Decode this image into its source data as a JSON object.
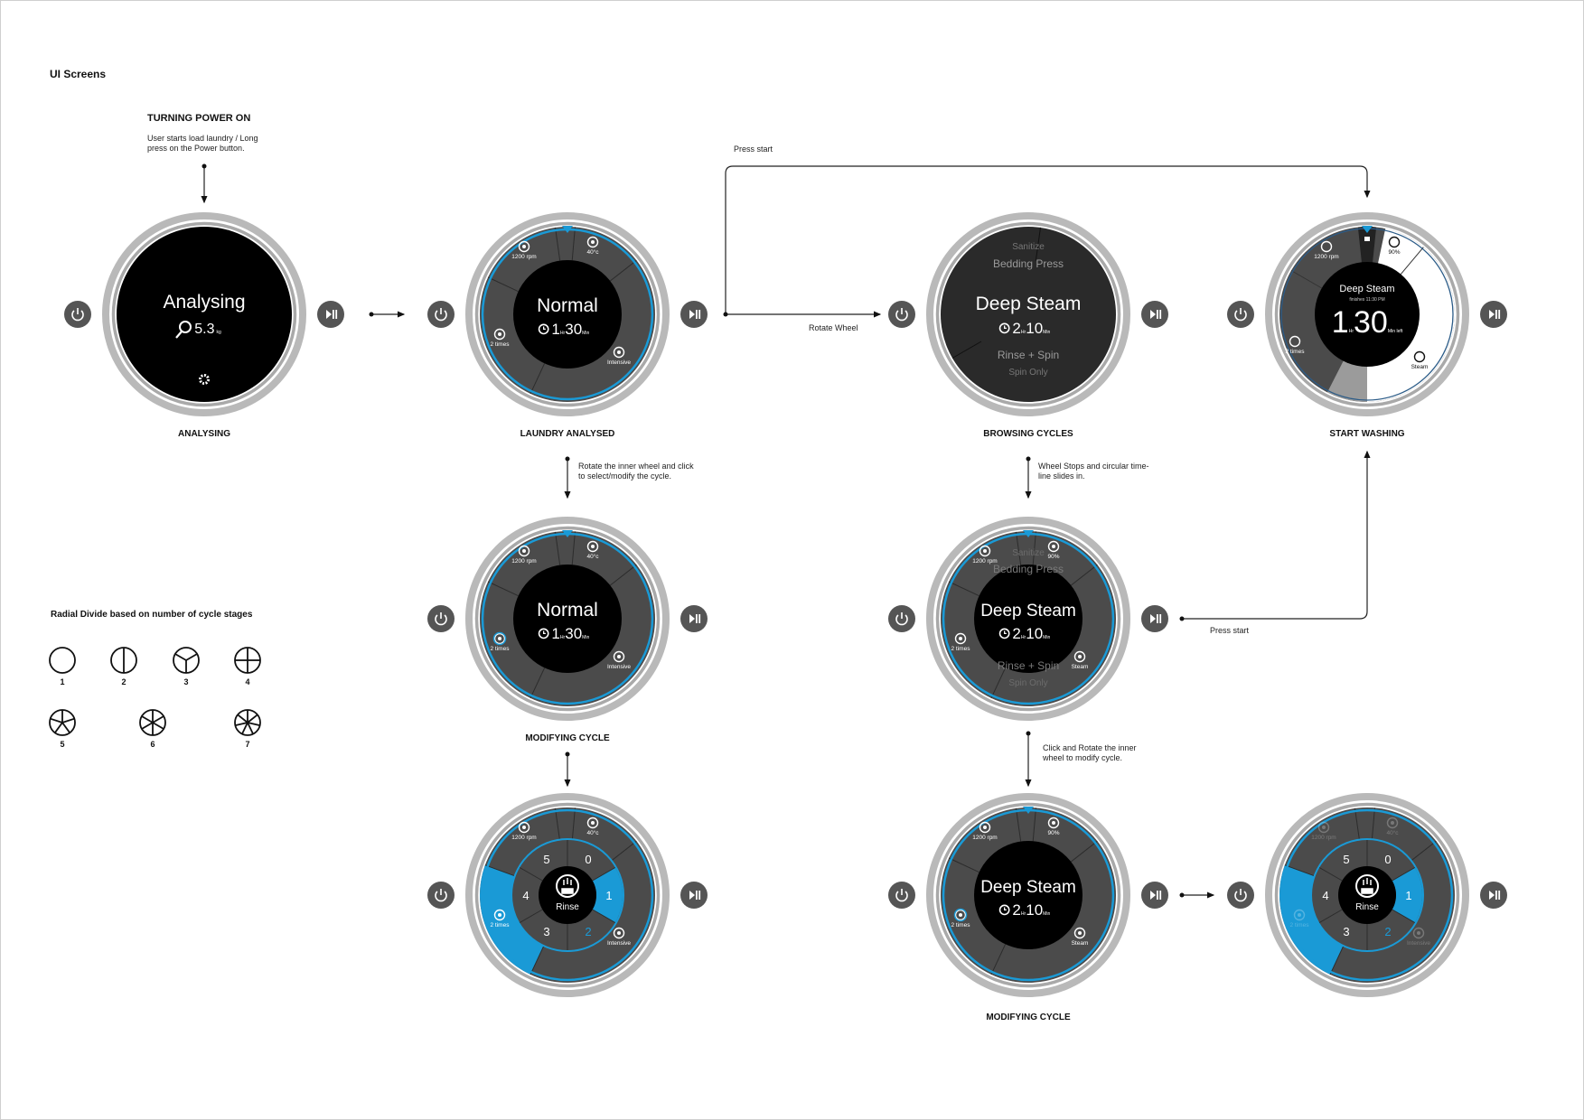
{
  "page_title": "UI Screens",
  "intro": {
    "heading": "TURNING POWER ON",
    "text_line1": "User starts load laundry / Long",
    "text_line2": "press on the Power button."
  },
  "annotations": {
    "rotate_wheel": "Rotate Wheel",
    "press_start_top": "Press start",
    "press_start_right": "Press start",
    "rotate_inner_1": "Rotate the inner wheel and click",
    "rotate_inner_2": "to select/modify the cycle.",
    "wheel_stops_1": "Wheel Stops and circular time-",
    "wheel_stops_2": "line slides in.",
    "click_rotate_1": "Click and Rotate the inner",
    "click_rotate_2": "wheel to modify cycle."
  },
  "radial": {
    "heading": "Radial Divide based on number of cycle stages",
    "items": [
      "1",
      "2",
      "3",
      "4",
      "5",
      "6",
      "7"
    ]
  },
  "colors": {
    "accent": "#1a9ad6",
    "face": "#4b4b4b",
    "bezel": "#b8b8b8",
    "button": "#555555"
  },
  "dials": [
    {
      "type": "analysing",
      "label": "ANALYSING",
      "title": "Analysing",
      "weight": "5.3",
      "weight_unit": "kg"
    },
    {
      "type": "cycle",
      "label": "LAUNDRY ANALYSED",
      "cycle": "Normal",
      "hours": "1",
      "hr_unit": "Hr",
      "mins": "30",
      "min_unit": "Min",
      "options": {
        "spin": "1200 rpm",
        "temp": "40°c",
        "rinse": "2 times",
        "mode": "Intensive"
      }
    },
    {
      "type": "browse",
      "label": "BROWSING CYCLES",
      "before": [
        "Sanitize",
        "Bedding Press"
      ],
      "cycle": "Deep Steam",
      "hours": "2",
      "hr_unit": "Hr",
      "mins": "10",
      "min_unit": "Min",
      "after": [
        "Rinse + Spin",
        "Spin Only"
      ]
    },
    {
      "type": "washing",
      "label": "START WASHING",
      "cycle": "Deep Steam",
      "finishes": "finishes 11:30 PM",
      "hours": "1",
      "hr_unit": "Hr",
      "mins": "30",
      "min_unit": "Min left",
      "options": {
        "spin": "1200 rpm",
        "temp": "90%",
        "rinse": "2 times",
        "mode": "Steam"
      }
    },
    {
      "type": "cycle",
      "label": "MODIFYING CYCLE",
      "cycle": "Normal",
      "hours": "1",
      "hr_unit": "Hr",
      "mins": "30",
      "min_unit": "Min",
      "rinse_active": true,
      "options": {
        "spin": "1200 rpm",
        "temp": "40°c",
        "rinse": "2 times",
        "mode": "Intensive"
      }
    },
    {
      "type": "cycle",
      "ghost": true,
      "before": [
        "Sanitize",
        "Bedding Press"
      ],
      "after": [
        "Rinse + Spin",
        "Spin Only"
      ],
      "cycle": "Deep Steam",
      "hours": "2",
      "hr_unit": "Hr",
      "mins": "10",
      "min_unit": "Min",
      "options": {
        "spin": "1200 rpm",
        "temp": "90%",
        "rinse": "2 times",
        "mode": "Steam"
      }
    },
    {
      "type": "rinse",
      "center": "Rinse",
      "numbers": [
        "0",
        "1",
        "2",
        "3",
        "4",
        "5"
      ],
      "options": {
        "spin": "1200 rpm",
        "temp": "40°c",
        "rinse": "2 times",
        "mode": "Intensive"
      }
    },
    {
      "type": "cycle",
      "label": "MODIFYING CYCLE",
      "cycle": "Deep Steam",
      "hours": "2",
      "hr_unit": "Hr",
      "mins": "10",
      "min_unit": "Min",
      "rinse_active": true,
      "options": {
        "spin": "1200 rpm",
        "temp": "90%",
        "rinse": "2 times",
        "mode": "Steam"
      }
    },
    {
      "type": "rinse",
      "faded": true,
      "center": "Rinse",
      "numbers": [
        "0",
        "1",
        "2",
        "3",
        "4",
        "5"
      ],
      "options": {
        "spin": "1200 rpm",
        "temp": "40°c",
        "rinse": "2 times",
        "mode": "Intensive"
      }
    }
  ]
}
